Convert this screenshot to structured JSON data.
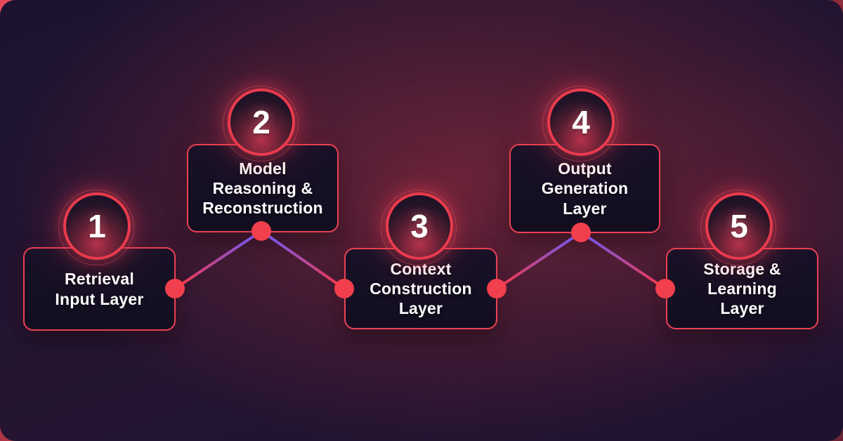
{
  "diagram": {
    "description": "Five-step numbered process flow in zigzag layout",
    "colors": {
      "accent_red": "#ef3b4f",
      "accent_purple": "#7d55e0",
      "dot_red": "#f23f4d",
      "box_border": "#ea4155",
      "box_background": "#141022",
      "card_background": "#22132e",
      "text": "#ffffff"
    },
    "steps": [
      {
        "number": "1",
        "label": "Retrieval\nInput Layer"
      },
      {
        "number": "2",
        "label": "Model\nReasoning &\nReconstruction"
      },
      {
        "number": "3",
        "label": "Context\nConstruction\nLayer"
      },
      {
        "number": "4",
        "label": "Output\nGeneration\nLayer"
      },
      {
        "number": "5",
        "label": "Storage &\nLearning\nLayer"
      }
    ]
  }
}
